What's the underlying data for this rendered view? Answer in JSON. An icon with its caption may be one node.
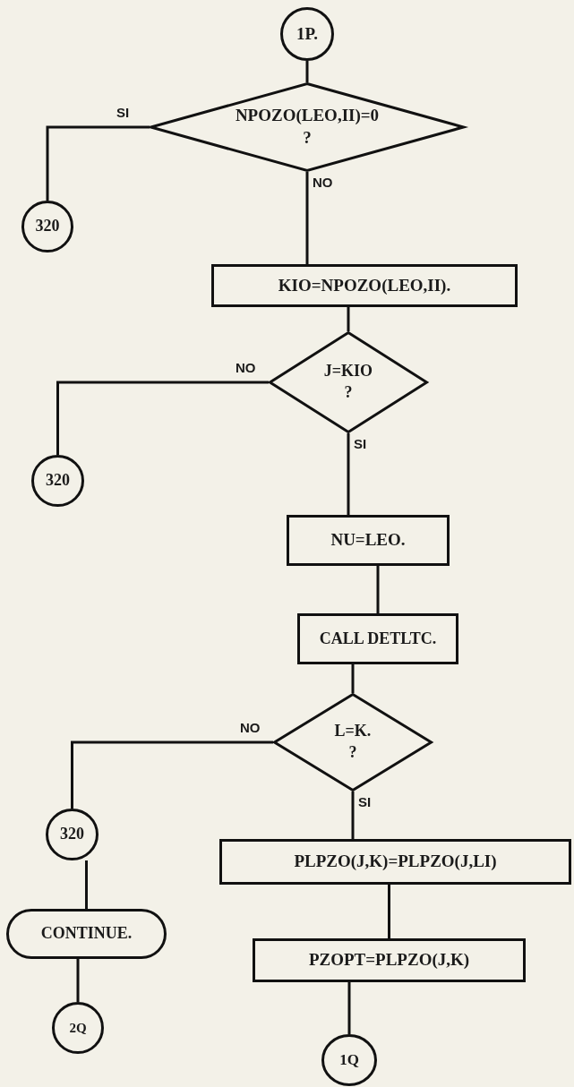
{
  "diagram": {
    "nodes": [
      {
        "text": [
          "1P."
        ]
      },
      {
        "text": [
          "NPOZO(LEO,II)=0",
          "?"
        ]
      },
      {
        "text": [
          "320"
        ]
      },
      {
        "text": [
          "KIO=NPOZO(LEO,II)."
        ]
      },
      {
        "text": [
          "J=KIO",
          "?"
        ]
      },
      {
        "text": [
          "320"
        ]
      },
      {
        "text": [
          "NU=LEO."
        ]
      },
      {
        "text": [
          "CALL DETLTC."
        ]
      },
      {
        "text": [
          "L=K.",
          "?"
        ]
      },
      {
        "text": [
          "320"
        ]
      },
      {
        "text": [
          "CONTINUE."
        ]
      },
      {
        "text": [
          "2Q"
        ]
      },
      {
        "text": [
          "PLPZO(J,K)=PLPZO(J,LI)"
        ]
      },
      {
        "text": [
          "PZOPT=PLPZO(J,K)"
        ]
      },
      {
        "text": [
          "1Q"
        ]
      }
    ],
    "edges": [
      {
        "from": 0,
        "to": 1,
        "arrow": "none"
      },
      {
        "from": 1,
        "to": 2,
        "arrow": "none",
        "label": "SI"
      },
      {
        "from": 1,
        "to": 3,
        "arrow": "none",
        "label": "NO"
      },
      {
        "from": 3,
        "to": 4,
        "arrow": "none"
      },
      {
        "from": 4,
        "to": 5,
        "arrow": "none",
        "label": "NO"
      },
      {
        "from": 4,
        "to": 6,
        "arrow": "none",
        "label": "SI"
      },
      {
        "from": 6,
        "to": 7,
        "arrow": "none"
      },
      {
        "from": 7,
        "to": 8,
        "arrow": "none"
      },
      {
        "from": 8,
        "to": 9,
        "arrow": "none",
        "label": "NO"
      },
      {
        "from": 8,
        "to": 12,
        "arrow": "none",
        "label": "SI"
      },
      {
        "from": 9,
        "to": 10,
        "arrow": "none"
      },
      {
        "from": 10,
        "to": 11,
        "arrow": "none"
      },
      {
        "from": 12,
        "to": 13,
        "arrow": "none"
      },
      {
        "from": 13,
        "to": 14,
        "arrow": "none"
      }
    ]
  }
}
